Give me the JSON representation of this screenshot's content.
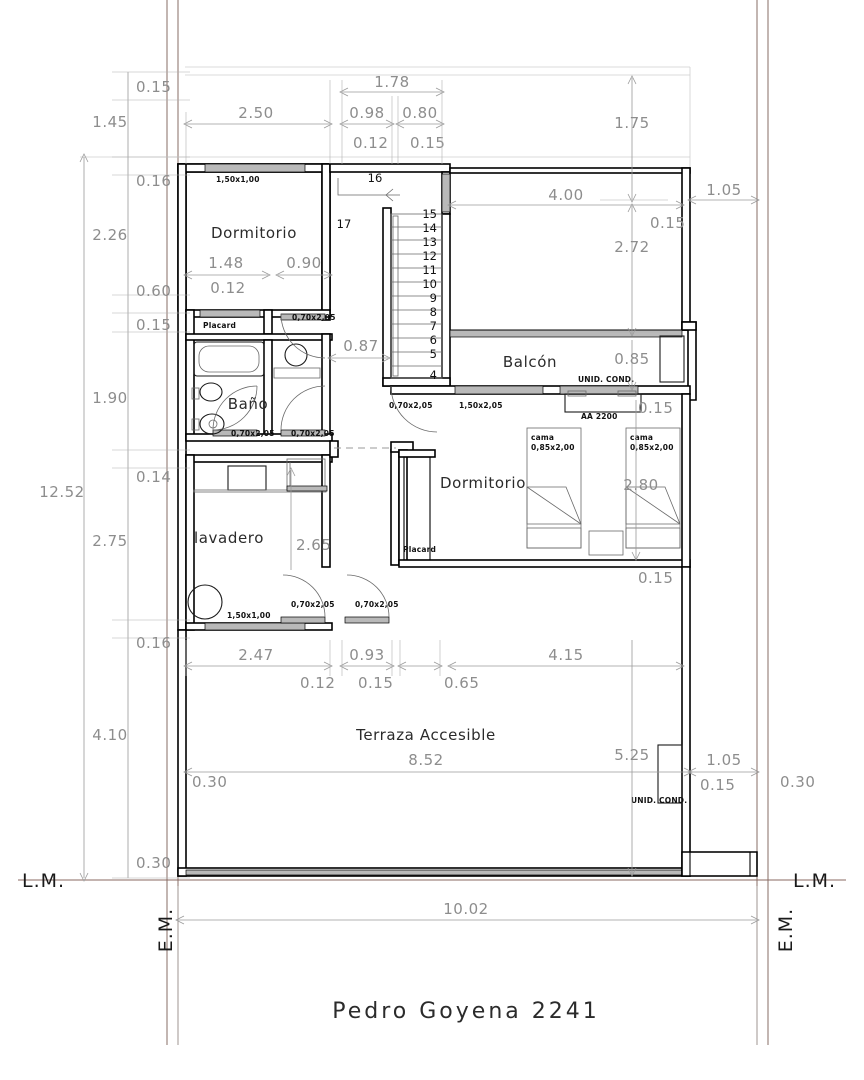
{
  "drawing": {
    "title": "Pedro Goyena 2241",
    "type": "architectural-floor-plan"
  },
  "rooms": [
    {
      "id": "dormitorio-1",
      "label": "Dormitorio"
    },
    {
      "id": "bano",
      "label": "Baño"
    },
    {
      "id": "lavadero",
      "label": "lavadero"
    },
    {
      "id": "balcon",
      "label": "Balcón"
    },
    {
      "id": "dormitorio-2",
      "label": "Dormitorio"
    },
    {
      "id": "terraza",
      "label": "Terraza  Accesible"
    }
  ],
  "closets": [
    {
      "id": "placard-1",
      "label": "Placard"
    },
    {
      "id": "placard-2",
      "label": "Placard"
    }
  ],
  "openings": {
    "windows": [
      {
        "id": "win-dorm1",
        "label": "1,50x1,00"
      },
      {
        "id": "win-lavadero",
        "label": "1,50x1,00"
      },
      {
        "id": "win-balcon",
        "label": "1,50x2,05"
      }
    ],
    "doors": [
      {
        "id": "door-dorm1",
        "label": "0,70x2,05"
      },
      {
        "id": "door-bano-1",
        "label": "0,70x2,05"
      },
      {
        "id": "door-bano-2",
        "label": "0,70x2,05"
      },
      {
        "id": "door-stair",
        "label": "0,70x2,05"
      },
      {
        "id": "door-lavadero",
        "label": "0,70x2,05"
      },
      {
        "id": "door-dorm2",
        "label": "0,70x2,05"
      }
    ]
  },
  "equipment": [
    {
      "id": "ac-balcon",
      "label": "UNID.  COND.",
      "model": "AA  2200"
    },
    {
      "id": "ac-terraza",
      "label": "UNID.  COND."
    }
  ],
  "furniture": [
    {
      "id": "cama-1",
      "label": "cama",
      "size": "0,85x2,00"
    },
    {
      "id": "cama-2",
      "label": "cama",
      "size": "0,85x2,00"
    }
  ],
  "stairs": {
    "steps": [
      "15",
      "14",
      "13",
      "12",
      "11",
      "10",
      "9",
      "8",
      "7",
      "6",
      "5",
      "4"
    ],
    "landing_labels": [
      "16",
      "17"
    ]
  },
  "boundary_labels": {
    "lm_left": "L.M.",
    "lm_right": "L.M.",
    "em_left": "E.M.",
    "em_right": "E.M."
  },
  "dimensions": {
    "left_chain": [
      "0.15",
      "1.45",
      "0.16",
      "2.26",
      "0.60",
      "0.15",
      "1.90",
      "0.14",
      "2.75",
      "0.16",
      "4.10",
      "0.30"
    ],
    "left_overall": "12.52",
    "top_chain": [
      "2.50",
      "1.78",
      "0.98",
      "0.80",
      "0.12",
      "0.15"
    ],
    "right_top": [
      "1.75",
      "1.05",
      "0.15",
      "2.72",
      "0.85"
    ],
    "interior": [
      "4.00",
      "1.48",
      "0.90",
      "0.12",
      "0.87",
      "2.65",
      "2.80"
    ],
    "bottom_chain": [
      "2.47",
      "0.93",
      "0.12",
      "0.15",
      "0.65",
      "4.15"
    ],
    "terraza": [
      "8.52",
      "0.30",
      "5.25",
      "0.15",
      "1.05",
      "0.30"
    ],
    "overall_width": "10.02"
  },
  "colors": {
    "wall": "#000000",
    "dimension_text": "#8d8d8d",
    "room_text": "#2b2b2b",
    "property_line": "#7a5c54",
    "hatch": "#b9b9b9"
  }
}
